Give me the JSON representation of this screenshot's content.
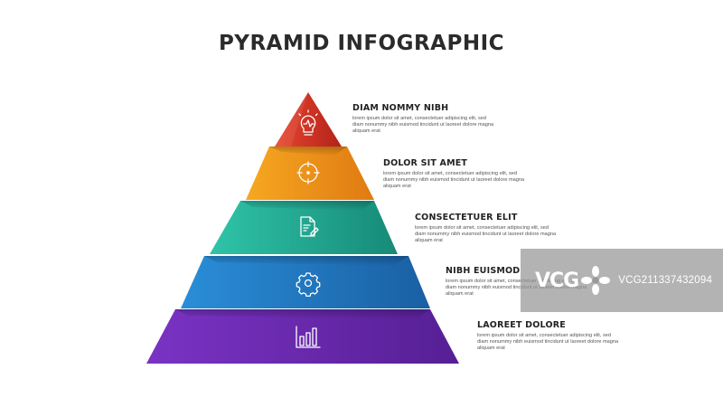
{
  "title": "PYRAMID INFOGRAPHIC",
  "levels": [
    {
      "title": "DIAM NOMMY NIBH",
      "body": "lorem ipsum dolor sit amet, consectetuer adipiscing elit, sed diam nonummy nibh euismod tincidunt ut laoreet dolore magna aliquam erat",
      "icon": "lightbulb-icon",
      "color": "#d63a2a"
    },
    {
      "title": "DOLOR SIT AMET",
      "body": "lorem ipsum dolor sit amet, consectetuer adipiscing elit, sed diam nonummy nibh euismod tincidunt ut laoreet dolore magna aliquam erat",
      "icon": "target-icon",
      "color": "#f09a1c"
    },
    {
      "title": "CONSECTETUER ELIT",
      "body": "lorem ipsum dolor sit amet, consectetuer adipiscing elit, sed diam nonummy nibh euismod tincidunt ut laoreet dolore magna aliquam erat",
      "icon": "document-edit-icon",
      "color": "#23a58f"
    },
    {
      "title": "NIBH EUISMOD",
      "body": "lorem ipsum dolor sit amet, consectetuer adipiscing elit, sed diam nonummy nibh euismod tincidunt ut laoreet dolore magna aliquam erat",
      "icon": "gear-icon",
      "color": "#2378c0"
    },
    {
      "title": "LAOREET DOLORE",
      "body": "lorem ipsum dolor sit amet, consectetuer adipiscing elit, sed diam nonummy nibh euismod tincidunt ut laoreet dolore magna aliquam erat",
      "icon": "bar-chart-icon",
      "color": "#6a2aa8"
    }
  ],
  "watermark": {
    "logo": "VCG",
    "id": "VCG211337432094"
  }
}
